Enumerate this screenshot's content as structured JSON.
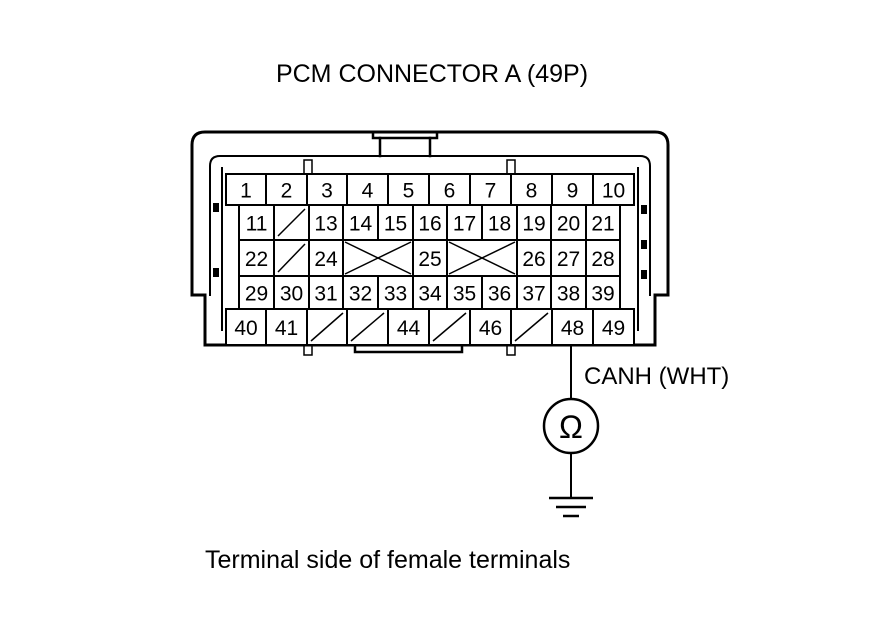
{
  "connector": {
    "title": "PCM CONNECTOR A (49P)",
    "pin_count": 49,
    "rows": [
      [
        "1",
        "2",
        "3",
        "4",
        "5",
        "6",
        "7",
        "8",
        "9",
        "10"
      ],
      [
        "11",
        "",
        "13",
        "14",
        "15",
        "16",
        "17",
        "18",
        "19",
        "20",
        "21"
      ],
      [
        "22",
        "",
        "24",
        "",
        "25",
        "",
        "26",
        "27",
        "28"
      ],
      [
        "29",
        "30",
        "31",
        "32",
        "33",
        "34",
        "35",
        "36",
        "37",
        "38",
        "39"
      ],
      [
        "40",
        "41",
        "",
        "",
        "44",
        "",
        "46",
        "",
        "48",
        "49"
      ]
    ],
    "unused_cells": [
      "12",
      "23",
      "42",
      "43",
      "45",
      "47"
    ],
    "blocked_areas": 2
  },
  "probe": {
    "terminal": "48",
    "wire_label": "CANH (WHT)",
    "meter_symbol": "Ω",
    "meter_icon": "ohmmeter-icon",
    "ground_icon": "ground-icon"
  },
  "caption": "Terminal side of female terminals"
}
